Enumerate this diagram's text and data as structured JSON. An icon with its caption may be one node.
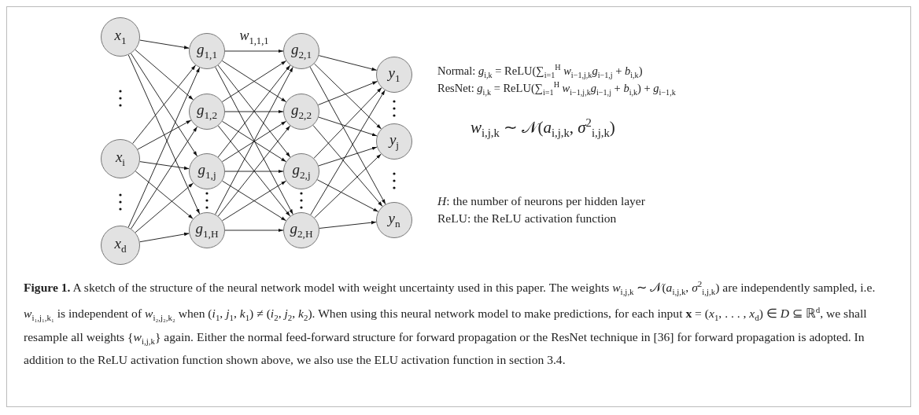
{
  "diagram": {
    "caption": "**Figure 1.** A sketch of the structure of the neural network model with weight uncertainty used in this paper. The weights *w*$_{i,j,k}$ ∼ 𝒩(*a*$_{i,j,k}$, *σ*$^{2}$$_{i,j,k}$) are independently sampled, i.e. *w*$_{i₁,j₁,k₁}$ is independent of *w*$_{i₂,j₂,k₂}$ when (*i*$_{1}$, *j*$_{1}$, *k*$_{1}$) ≠ (*i*$_{2}$, *j*$_{2}$, *k*$_{2}$). When using this neural network model to make predictions, for each input **x** = (*x*$_{1}$, . . . , *x*$_{d}$) ∈ *D* ⊆ ℝ$^{d}$, we shall resample all weights {*w*$_{i,j,k}$} again. Either the normal feed-forward structure for forward propagation or the ResNet technique in [36] for forward propagation is adopted. In addition to the ReLU activation function shown above, we also use the ELU activation function in section 3.4.",
    "nodes": [
      {
        "text": [
          "*x*$_{1}$"
        ]
      },
      {
        "text": [
          "*x*$_{i}$"
        ]
      },
      {
        "text": [
          "*x*$_{d}$"
        ]
      },
      {
        "text": [
          "*g*$_{1,1}$"
        ]
      },
      {
        "text": [
          "*g*$_{1,2}$"
        ]
      },
      {
        "text": [
          "*g*$_{1,j}$"
        ]
      },
      {
        "text": [
          "*g*$_{1,H}$"
        ]
      },
      {
        "text": [
          "*g*$_{2,1}$"
        ]
      },
      {
        "text": [
          "*g*$_{2,2}$"
        ]
      },
      {
        "text": [
          "*g*$_{2,j}$"
        ]
      },
      {
        "text": [
          "*g*$_{2,H}$"
        ]
      },
      {
        "text": [
          "*y*$_{1}$"
        ]
      },
      {
        "text": [
          "*y*$_{j}$"
        ]
      },
      {
        "text": [
          "*y*$_{n}$"
        ]
      }
    ],
    "edges": [
      {
        "from": 0,
        "to": 3,
        "arrow": "to"
      },
      {
        "from": 0,
        "to": 4,
        "arrow": "to"
      },
      {
        "from": 0,
        "to": 5,
        "arrow": "to"
      },
      {
        "from": 0,
        "to": 6,
        "arrow": "to"
      },
      {
        "from": 1,
        "to": 3,
        "arrow": "to"
      },
      {
        "from": 1,
        "to": 4,
        "arrow": "to"
      },
      {
        "from": 1,
        "to": 5,
        "arrow": "to"
      },
      {
        "from": 1,
        "to": 6,
        "arrow": "to"
      },
      {
        "from": 2,
        "to": 3,
        "arrow": "to"
      },
      {
        "from": 2,
        "to": 4,
        "arrow": "to"
      },
      {
        "from": 2,
        "to": 5,
        "arrow": "to"
      },
      {
        "from": 2,
        "to": 6,
        "arrow": "to"
      },
      {
        "from": 3,
        "to": 7,
        "arrow": "to",
        "label": "*w*$_{1,1,1}$"
      },
      {
        "from": 3,
        "to": 8,
        "arrow": "to"
      },
      {
        "from": 3,
        "to": 9,
        "arrow": "to"
      },
      {
        "from": 3,
        "to": 10,
        "arrow": "to"
      },
      {
        "from": 4,
        "to": 7,
        "arrow": "to"
      },
      {
        "from": 4,
        "to": 8,
        "arrow": "to"
      },
      {
        "from": 4,
        "to": 9,
        "arrow": "to"
      },
      {
        "from": 4,
        "to": 10,
        "arrow": "to"
      },
      {
        "from": 5,
        "to": 7,
        "arrow": "to"
      },
      {
        "from": 5,
        "to": 8,
        "arrow": "to"
      },
      {
        "from": 5,
        "to": 9,
        "arrow": "to"
      },
      {
        "from": 5,
        "to": 10,
        "arrow": "to"
      },
      {
        "from": 6,
        "to": 7,
        "arrow": "to"
      },
      {
        "from": 6,
        "to": 8,
        "arrow": "to"
      },
      {
        "from": 6,
        "to": 9,
        "arrow": "to"
      },
      {
        "from": 6,
        "to": 10,
        "arrow": "to"
      },
      {
        "from": 7,
        "to": 11,
        "arrow": "to"
      },
      {
        "from": 7,
        "to": 12,
        "arrow": "to"
      },
      {
        "from": 7,
        "to": 13,
        "arrow": "to"
      },
      {
        "from": 8,
        "to": 11,
        "arrow": "to"
      },
      {
        "from": 8,
        "to": 12,
        "arrow": "to"
      },
      {
        "from": 8,
        "to": 13,
        "arrow": "to"
      },
      {
        "from": 9,
        "to": 11,
        "arrow": "to"
      },
      {
        "from": 9,
        "to": 12,
        "arrow": "to"
      },
      {
        "from": 9,
        "to": 13,
        "arrow": "to"
      },
      {
        "from": 10,
        "to": 11,
        "arrow": "to"
      },
      {
        "from": 10,
        "to": 12,
        "arrow": "to"
      },
      {
        "from": 10,
        "to": 13,
        "arrow": "to"
      }
    ],
    "labels": [
      "Normal: *g*$_{i,k}$ = ReLU(∑$_{i=1}$$^{H}$ *w*$_{i−1,j,k}$*g*$_{i−1,j}$ + *b*$_{i,k}$)",
      "ResNet: *g*$_{i,k}$ = ReLU(∑$_{i=1}$$^{H}$ *w*$_{i−1,j,k}$*g*$_{i−1,j}$ + *b*$_{i,k}$) + *g*$_{i−1,k}$",
      "*w*$_{i,j,k}$ ∼ 𝒩(*a*$_{i,j,k}$, *σ*$^{2}$$_{i,j,k}$)",
      "*H*: the number of neurons per hidden layer",
      "ReLU: the ReLU activation function"
    ]
  }
}
